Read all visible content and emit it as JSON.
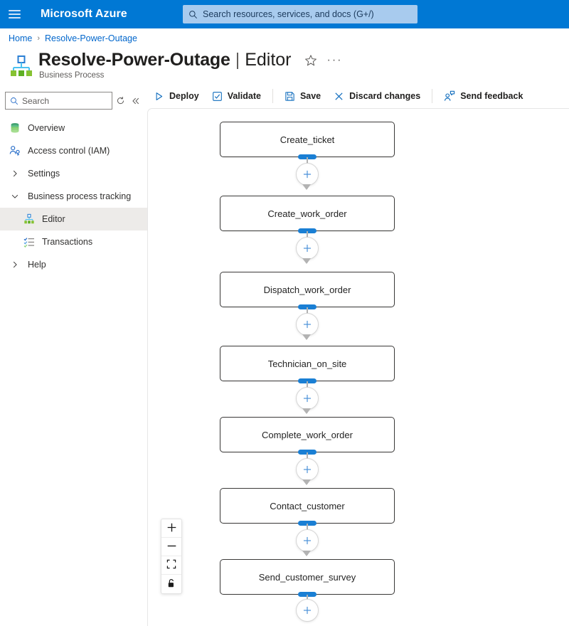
{
  "header": {
    "menu_icon": "hamburger-icon",
    "brand": "Microsoft Azure",
    "search_placeholder": "Search resources, services, and docs (G+/)",
    "search_icon": "search-icon",
    "background_color": "#0078d4",
    "search_background_color": "#a8cbee"
  },
  "breadcrumb": {
    "items": [
      {
        "label": "Home"
      },
      {
        "label": "Resolve-Power-Outage"
      }
    ],
    "separator": "›",
    "link_color": "#0066cc"
  },
  "title": {
    "resource_icon": "business-process-hierarchy-icon",
    "name": "Resolve-Power-Outage",
    "separator": "|",
    "tab": "Editor",
    "subtitle": "Business Process",
    "favorite_icon": "star-outline-icon",
    "more_icon": "ellipsis-icon"
  },
  "sidebar": {
    "search_placeholder": "Search",
    "search_icon": "search-icon",
    "refresh_icon": "refresh-icon",
    "collapse_icon": "double-chevron-left-icon",
    "items": [
      {
        "label": "Overview",
        "icon": "database-icon",
        "type": "item",
        "selected": false
      },
      {
        "label": "Access control (IAM)",
        "icon": "user-key-icon",
        "type": "item",
        "selected": false
      },
      {
        "label": "Settings",
        "icon": "chevron-right-icon",
        "type": "group-collapsed",
        "selected": false
      },
      {
        "label": "Business process tracking",
        "icon": "chevron-down-icon",
        "type": "group-expanded",
        "selected": false
      },
      {
        "label": "Editor",
        "icon": "business-process-hierarchy-icon",
        "type": "child",
        "selected": true
      },
      {
        "label": "Transactions",
        "icon": "checklist-icon",
        "type": "child",
        "selected": false
      },
      {
        "label": "Help",
        "icon": "chevron-right-icon",
        "type": "group-collapsed",
        "selected": false
      }
    ],
    "selected_background_color": "#edebe9"
  },
  "command_bar": {
    "buttons": [
      {
        "label": "Deploy",
        "icon": "play-triangle-icon"
      },
      {
        "label": "Validate",
        "icon": "checkbox-check-icon"
      },
      {
        "separator": true
      },
      {
        "label": "Save",
        "icon": "floppy-disk-icon"
      },
      {
        "label": "Discard changes",
        "icon": "close-x-icon"
      },
      {
        "separator": true
      },
      {
        "label": "Send feedback",
        "icon": "person-feedback-icon"
      }
    ]
  },
  "canvas": {
    "nodes": [
      {
        "label": "Create_ticket"
      },
      {
        "label": "Create_work_order"
      },
      {
        "label": "Dispatch_work_order"
      },
      {
        "label": "Technician_on_site"
      },
      {
        "label": "Complete_work_order"
      },
      {
        "label": "Contact_customer"
      },
      {
        "label": "Send_customer_survey"
      }
    ],
    "add_button_icon": "plus-icon",
    "node_handle_color": "#1a7fd4",
    "node_border_color": "#3b3a39",
    "edge_color": "#b3b3b3"
  },
  "zoom_controls": {
    "buttons": [
      {
        "icon": "zoom-in-plus-icon",
        "glyph": "＋"
      },
      {
        "icon": "zoom-out-minus-icon",
        "glyph": "−"
      },
      {
        "icon": "fit-view-icon",
        "glyph": ""
      },
      {
        "icon": "lock-open-icon",
        "glyph": ""
      }
    ]
  }
}
